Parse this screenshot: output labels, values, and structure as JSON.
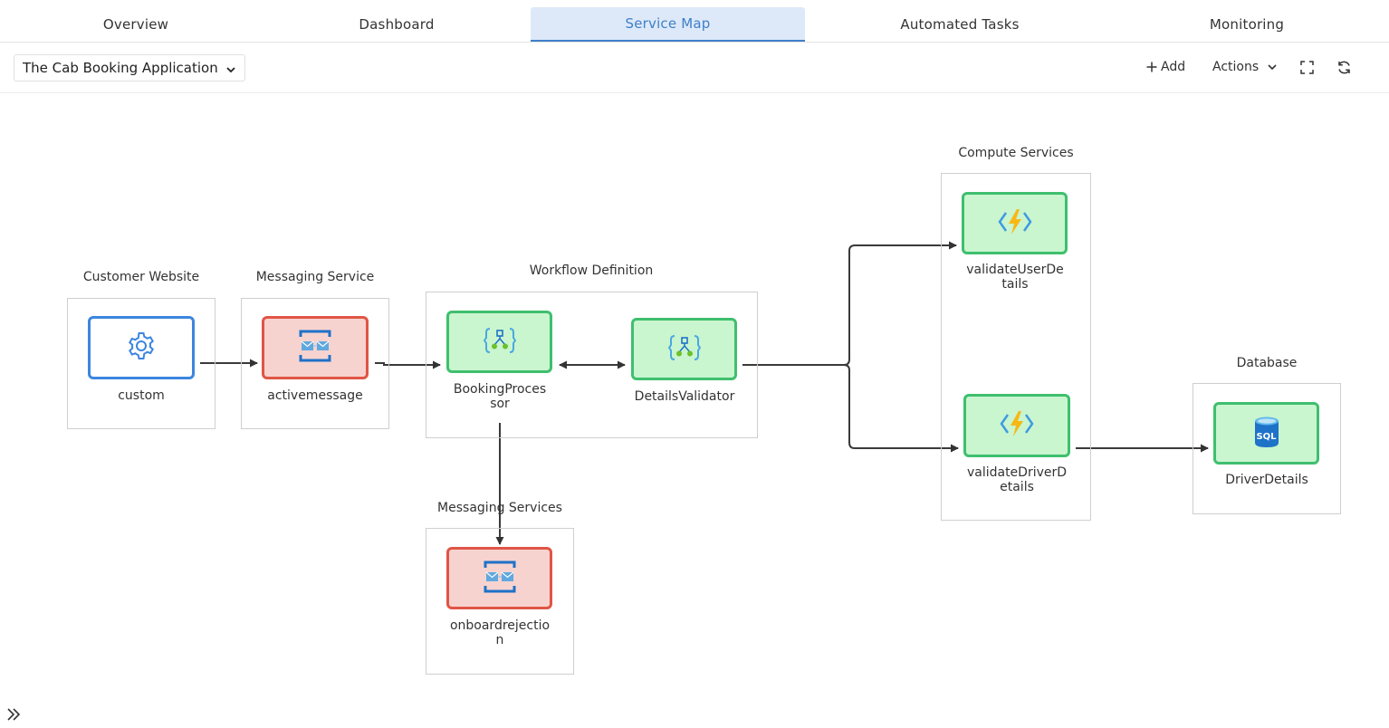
{
  "tabs": [
    {
      "label": "Overview"
    },
    {
      "label": "Dashboard"
    },
    {
      "label": "Service Map"
    },
    {
      "label": "Automated Tasks"
    },
    {
      "label": "Monitoring"
    }
  ],
  "toolbar": {
    "application": "The Cab Booking Application",
    "add_label": "Add",
    "actions_label": "Actions"
  },
  "colors": {
    "accent": "#3f7fc8",
    "blue_node": "#3c86e0",
    "red_node_border": "#e05545",
    "red_node_fill": "#f7d3cf",
    "green_node_border": "#3fbf6e",
    "green_node_fill": "#c9f5cf"
  },
  "groups": {
    "customer_website": "Customer Website",
    "messaging_service": "Messaging Service",
    "workflow_definition": "Workflow Definition",
    "messaging_services": "Messaging Services",
    "compute_services": "Compute Services",
    "database": "Database"
  },
  "nodes": {
    "custom": {
      "label": "custom",
      "icon": "gear-icon"
    },
    "activemessage": {
      "label": "activemessage",
      "icon": "service-bus-icon"
    },
    "booking_processor": {
      "label1": "BookingProces",
      "label2": "sor",
      "icon": "logic-app-icon"
    },
    "details_validator": {
      "label": "DetailsValidator",
      "icon": "logic-app-icon"
    },
    "onboardrejection": {
      "label1": "onboardrejectio",
      "label2": "n",
      "icon": "service-bus-icon"
    },
    "validate_user_details": {
      "label1": "validateUserDe",
      "label2": "tails",
      "icon": "function-app-icon"
    },
    "validate_driver_details": {
      "label1": "validateDriverD",
      "label2": "etails",
      "icon": "function-app-icon"
    },
    "driver_details": {
      "label": "DriverDetails",
      "icon": "sql-database-icon",
      "badge": "SQL"
    }
  }
}
